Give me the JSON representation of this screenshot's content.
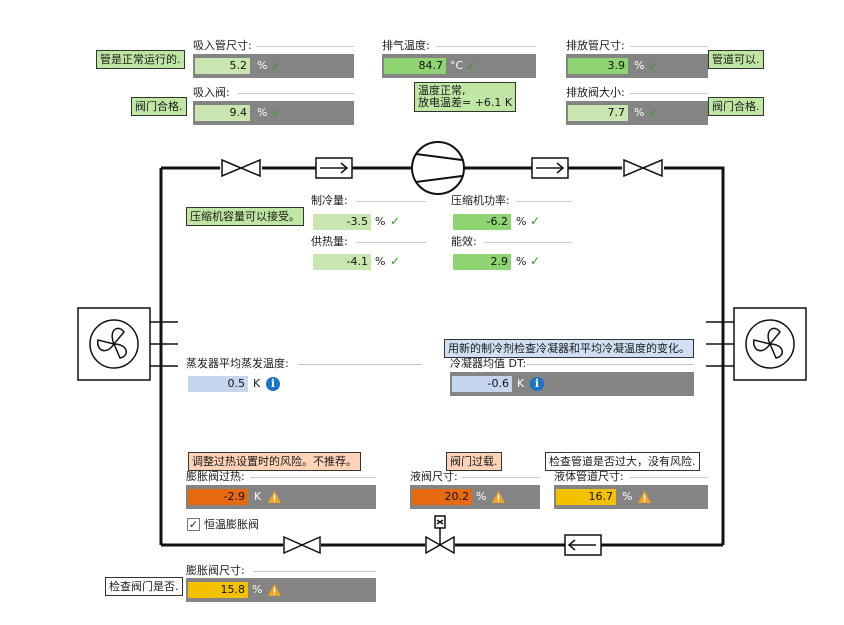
{
  "colors": {
    "good": "#8fd473",
    "good_light": "#c9e6b1",
    "warn_orange": "#e86a10",
    "warn_yellow": "#f2c200",
    "blue_light": "#c5d6ee",
    "panel_gray": "#848484"
  },
  "top": {
    "suction_line": {
      "label": "吸入管尺寸:",
      "value": "5.2",
      "unit": "%",
      "note": "管是正常运行的.",
      "status": "ok-icon"
    },
    "suction_valve": {
      "label": "吸入阀:",
      "value": "9.4",
      "unit": "%",
      "note": "阀门合格.",
      "status": "ok-icon"
    },
    "discharge_temp": {
      "label": "排气温度:",
      "value": "84.7",
      "unit": "°C",
      "note_line1": "温度正常,",
      "note_line2": "放电温差= +6.1 K",
      "status": "ok-icon"
    },
    "discharge_line": {
      "label": "排放管尺寸:",
      "value": "3.9",
      "unit": "%",
      "note": "管道可以.",
      "status": "ok-icon"
    },
    "discharge_valve": {
      "label": "排放阀大小:",
      "value": "7.7",
      "unit": "%",
      "note": "阀门合格.",
      "status": "ok-icon"
    }
  },
  "middle": {
    "compressor_note": "压缩机容量可以接受。",
    "cooling_capacity": {
      "label": "制冷量:",
      "value": "-3.5",
      "unit": "%",
      "status": "ok-icon"
    },
    "compressor_power": {
      "label": "压缩机功率:",
      "value": "-6.2",
      "unit": "%",
      "status": "ok-icon"
    },
    "heating_capacity": {
      "label": "供热量:",
      "value": "-4.1",
      "unit": "%",
      "status": "ok-icon"
    },
    "efficiency": {
      "label": "能效:",
      "value": "2.9",
      "unit": "%",
      "status": "ok-icon"
    },
    "evaporator_temp": {
      "label": "蒸发器平均蒸发温度:",
      "value": "0.5",
      "unit": "K"
    },
    "condenser_note": "用新的制冷剂检查冷凝器和平均冷凝温度的变化。",
    "condenser_dt": {
      "label": "冷凝器均值 DT:",
      "value": "-0.6",
      "unit": "K"
    }
  },
  "bottom": {
    "superheat": {
      "note": "调整过热设置时的风险。不推荐。",
      "label": "膨胀阀过热:",
      "value": "-2.9",
      "unit": "K",
      "status": "warning-icon"
    },
    "liquid_valve": {
      "note": "阀门过载.",
      "label": "液阀尺寸:",
      "value": "20.2",
      "unit": "%",
      "status": "warning-icon"
    },
    "liquid_line": {
      "note": "检查管道是否过大，没有风险.",
      "label": "液体管道尺寸:",
      "value": "16.7",
      "unit": "%",
      "status": "warning-icon"
    },
    "thermo_valve": {
      "label": "恒温膨胀阀",
      "checked": true
    },
    "expansion_valve": {
      "note": "检查阀门是否.",
      "label": "膨胀阀尺寸:",
      "value": "15.8",
      "unit": "%",
      "status": "warning-icon"
    }
  }
}
